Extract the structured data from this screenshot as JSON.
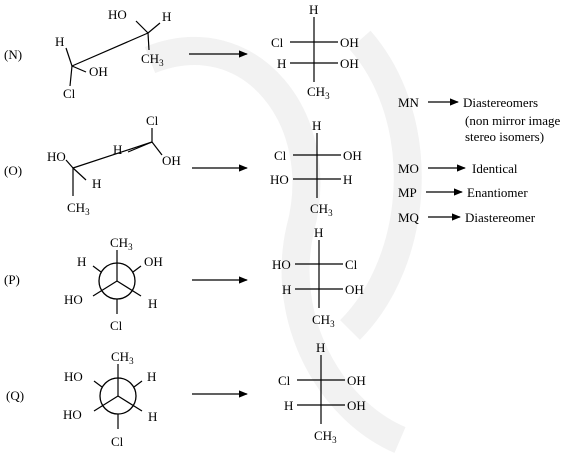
{
  "compounds": {
    "N": {
      "tag": "(N)",
      "sawhorse": {
        "front_top": "H",
        "front_right": "OH",
        "front_bottom": "Cl",
        "back_left": "HO",
        "back_right": "H",
        "back_bottom": "CH3"
      },
      "fischer": {
        "top": "H",
        "r1_left": "Cl",
        "r1_right": "OH",
        "r2_left": "H",
        "r2_right": "OH",
        "bottom": "CH3"
      }
    },
    "O": {
      "tag": "(O)",
      "sawhorse": {
        "front_left": "HO",
        "front_right": "H",
        "front_bottom": "CH3",
        "back_top": "Cl",
        "back_left": "H",
        "back_right": "OH"
      },
      "fischer": {
        "top": "H",
        "r1_left": "Cl",
        "r1_right": "OH",
        "r2_left": "HO",
        "r2_right": "H",
        "bottom": "CH3"
      }
    },
    "P": {
      "tag": "(P)",
      "newman": {
        "top": "CH3",
        "upper_left": "H",
        "upper_right": "OH",
        "lower_left": "HO",
        "lower_right": "H",
        "bottom": "Cl"
      },
      "fischer": {
        "top": "H",
        "r1_left": "HO",
        "r1_right": "Cl",
        "r2_left": "H",
        "r2_right": "OH",
        "bottom": "CH3"
      }
    },
    "Q": {
      "tag": "(Q)",
      "newman": {
        "top": "CH3",
        "upper_left": "HO",
        "upper_right": "H",
        "lower_left": "HO",
        "lower_right": "H",
        "bottom": "Cl"
      },
      "fischer": {
        "top": "H",
        "r1_left": "Cl",
        "r1_right": "OH",
        "r2_left": "H",
        "r2_right": "OH",
        "bottom": "CH3"
      }
    }
  },
  "relations": [
    {
      "pair": "MN",
      "result": "Diastereomers",
      "note": [
        "(non mirror image",
        "stereo isomers)"
      ]
    },
    {
      "pair": "MO",
      "result": "Identical"
    },
    {
      "pair": "MP",
      "result": "Enantiomer"
    },
    {
      "pair": "MQ",
      "result": "Diastereomer"
    }
  ]
}
